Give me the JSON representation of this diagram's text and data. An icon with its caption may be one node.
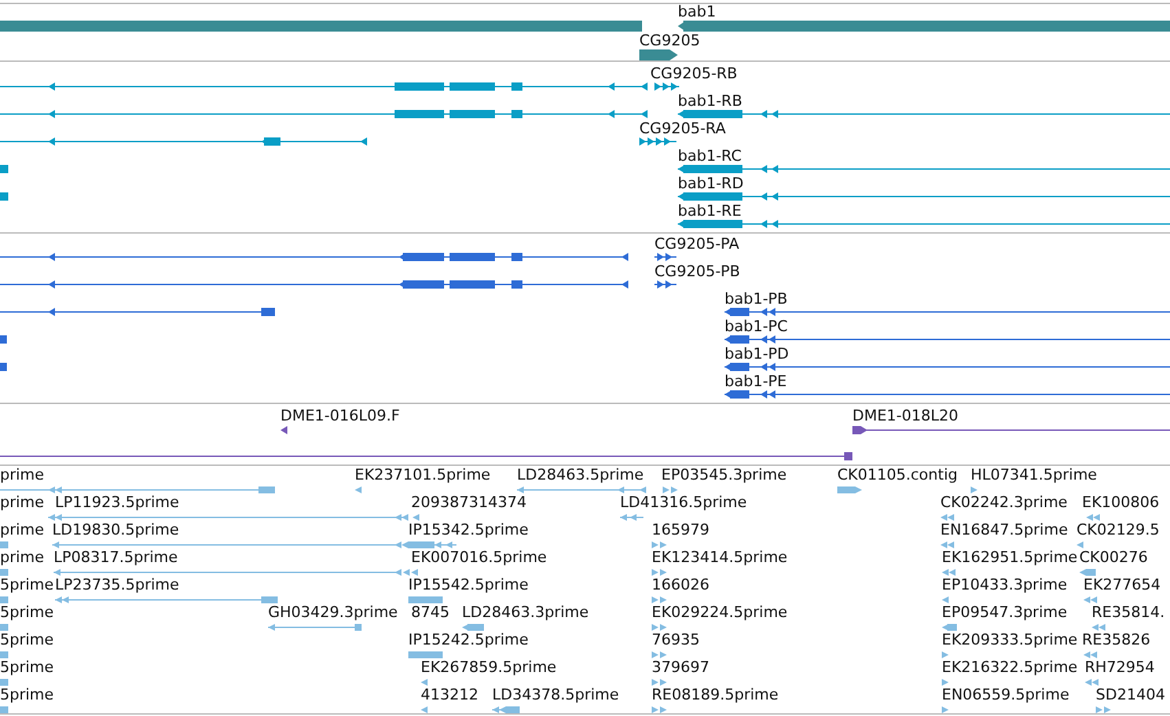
{
  "diagram": {
    "nodes": [
      {
        "text": [
          "bab1"
        ]
      },
      {
        "text": [
          "CG9205"
        ]
      },
      {
        "text": [],
        "shape": "bar"
      },
      {
        "text": [
          "CG9205-RB"
        ]
      },
      {
        "text": [],
        "shape": "bar"
      },
      {
        "text": [
          "bab1-RB"
        ]
      },
      {
        "text": [],
        "shape": "bar"
      },
      {
        "text": [
          "CG9205-RA"
        ]
      },
      {
        "text": [],
        "shape": "bar"
      },
      {
        "text": [
          "bab1-RC"
        ]
      },
      {
        "text": [],
        "shape": "bar"
      },
      {
        "text": [
          "bab1-RD"
        ]
      },
      {
        "text": [
          "bab1-RE"
        ]
      },
      {
        "text": [],
        "shape": "bar"
      },
      {
        "text": [
          "CG9205-PA"
        ]
      },
      {
        "text": [],
        "shape": "bar"
      },
      {
        "text": [
          "CG9205-PB"
        ]
      },
      {
        "text": [],
        "shape": "bar"
      },
      {
        "text": [
          "bab1-PB"
        ]
      },
      {
        "text": [],
        "shape": "bar"
      },
      {
        "text": [
          "bab1-PC"
        ]
      },
      {
        "text": [],
        "shape": "bar"
      },
      {
        "text": [
          "bab1-PD"
        ]
      },
      {
        "text": [
          "bab1-PE"
        ]
      },
      {
        "text": [
          "DME1-016L09.F"
        ]
      },
      {
        "text": [
          "DME1-018L20"
        ]
      },
      {
        "text": [],
        "shape": "bar"
      },
      {
        "text": [
          "prime"
        ]
      },
      {
        "text": [
          "EK237101.5prime"
        ]
      },
      {
        "text": [
          "LD28463.5prime"
        ]
      },
      {
        "text": [
          "EP03545.3prime"
        ]
      },
      {
        "text": [
          "CK01105.contig"
        ]
      },
      {
        "text": [
          "HL07341.5prime"
        ]
      },
      {
        "text": [
          "prime"
        ]
      },
      {
        "text": [
          "LP11923.5prime"
        ]
      },
      {
        "text": [
          "209387314374"
        ]
      },
      {
        "text": [
          "LD41316.5prime"
        ]
      },
      {
        "text": [
          "CK02242.3prime"
        ]
      },
      {
        "text": [
          "EK100806"
        ]
      },
      {
        "text": [
          "prime"
        ]
      },
      {
        "text": [
          "LD19830.5prime"
        ]
      },
      {
        "text": [
          "IP15342.5prime"
        ]
      },
      {
        "text": [
          "165979"
        ]
      },
      {
        "text": [
          "EN16847.5prime"
        ]
      },
      {
        "text": [
          "CK02129.5"
        ]
      },
      {
        "text": [
          "prime"
        ]
      },
      {
        "text": [
          "LP08317.5prime"
        ]
      },
      {
        "text": [
          "EK007016.5prime"
        ]
      },
      {
        "text": [
          "EK123414.5prime"
        ]
      },
      {
        "text": [
          "EK162951.5prime"
        ]
      },
      {
        "text": [
          "CK00276"
        ]
      },
      {
        "text": [
          "5prime"
        ]
      },
      {
        "text": [
          "LP23735.5prime"
        ]
      },
      {
        "text": [
          "IP15542.5prime"
        ]
      },
      {
        "text": [
          "166026"
        ]
      },
      {
        "text": [
          "EP10433.3prime"
        ]
      },
      {
        "text": [
          "EK277654"
        ]
      },
      {
        "text": [
          "5prime"
        ]
      },
      {
        "text": [
          "GH03429.3prime"
        ]
      },
      {
        "text": [
          "8745"
        ]
      },
      {
        "text": [
          "LD28463.3prime"
        ]
      },
      {
        "text": [
          "EK029224.5prime"
        ]
      },
      {
        "text": [
          "EP09547.3prime"
        ]
      },
      {
        "text": [
          "RE35814."
        ]
      },
      {
        "text": [
          "5prime"
        ]
      },
      {
        "text": [
          "IP15242.5prime"
        ]
      },
      {
        "text": [
          "76935"
        ]
      },
      {
        "text": [
          "EK209333.5prime"
        ]
      },
      {
        "text": [
          "RE35826"
        ]
      },
      {
        "text": [
          "5prime"
        ]
      },
      {
        "text": [
          "EK267859.5prime"
        ]
      },
      {
        "text": [
          "379697"
        ]
      },
      {
        "text": [
          "EK216322.5prime"
        ]
      },
      {
        "text": [
          "RH72954"
        ]
      },
      {
        "text": [
          "5prime"
        ]
      },
      {
        "text": [
          "413212"
        ]
      },
      {
        "text": [
          "LD34378.5prime"
        ]
      },
      {
        "text": [
          "RE08189.5prime"
        ]
      },
      {
        "text": [
          "EN06559.5prime"
        ]
      },
      {
        "text": [
          "SD21404"
        ]
      }
    ]
  }
}
